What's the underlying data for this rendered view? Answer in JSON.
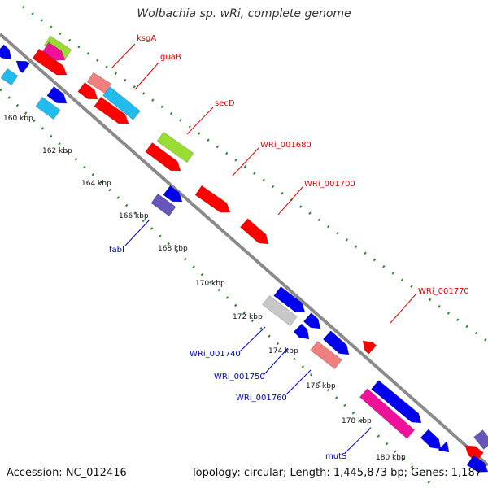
{
  "title": "Wolbachia sp. wRi, complete genome",
  "footer": {
    "accession": "Accession: NC_012416",
    "info": "Topology: circular; Length: 1,445,873 bp; Genes: 1,187"
  },
  "colors": {
    "backbone": "#8a8a8a",
    "tick": "#2e8b2e",
    "red": "#ff0000",
    "pink": "#ee8080",
    "lime": "#99dd33",
    "cyan": "#22bbee",
    "blue": "#0000ee",
    "purple": "#6655bb",
    "magenta": "#ee1199",
    "grey": "#c8c8c8",
    "label_red": "#dd0000",
    "label_blue": "#0000cc"
  },
  "kbp_labels": [
    {
      "id": "160",
      "text": "160 kbp"
    },
    {
      "id": "162",
      "text": "162 kbp"
    },
    {
      "id": "164",
      "text": "164 kbp"
    },
    {
      "id": "166",
      "text": "166 kbp"
    },
    {
      "id": "168",
      "text": "168 kbp"
    },
    {
      "id": "170",
      "text": "170 kbp"
    },
    {
      "id": "172",
      "text": "172 kbp"
    },
    {
      "id": "174",
      "text": "174 kbp"
    },
    {
      "id": "176",
      "text": "176 kbp"
    },
    {
      "id": "178",
      "text": "178 kbp"
    },
    {
      "id": "180",
      "text": "180 kbp"
    }
  ],
  "gene_labels": [
    {
      "id": "ksgA",
      "text": "ksgA",
      "strand": "forward"
    },
    {
      "id": "guaB",
      "text": "guaB",
      "strand": "forward"
    },
    {
      "id": "secD",
      "text": "secD",
      "strand": "forward"
    },
    {
      "id": "WRi_001680",
      "text": "WRi_001680",
      "strand": "forward"
    },
    {
      "id": "WRi_001700",
      "text": "WRi_001700",
      "strand": "forward"
    },
    {
      "id": "WRi_001770",
      "text": "WRi_001770",
      "strand": "forward"
    },
    {
      "id": "fabI",
      "text": "fabI",
      "strand": "reverse"
    },
    {
      "id": "WRi_001740",
      "text": "WRi_001740",
      "strand": "reverse"
    },
    {
      "id": "WRi_001750",
      "text": "WRi_001750",
      "strand": "reverse"
    },
    {
      "id": "WRi_001760",
      "text": "WRi_001760",
      "strand": "reverse"
    },
    {
      "id": "mutS",
      "text": "mutS",
      "strand": "reverse"
    }
  ]
}
